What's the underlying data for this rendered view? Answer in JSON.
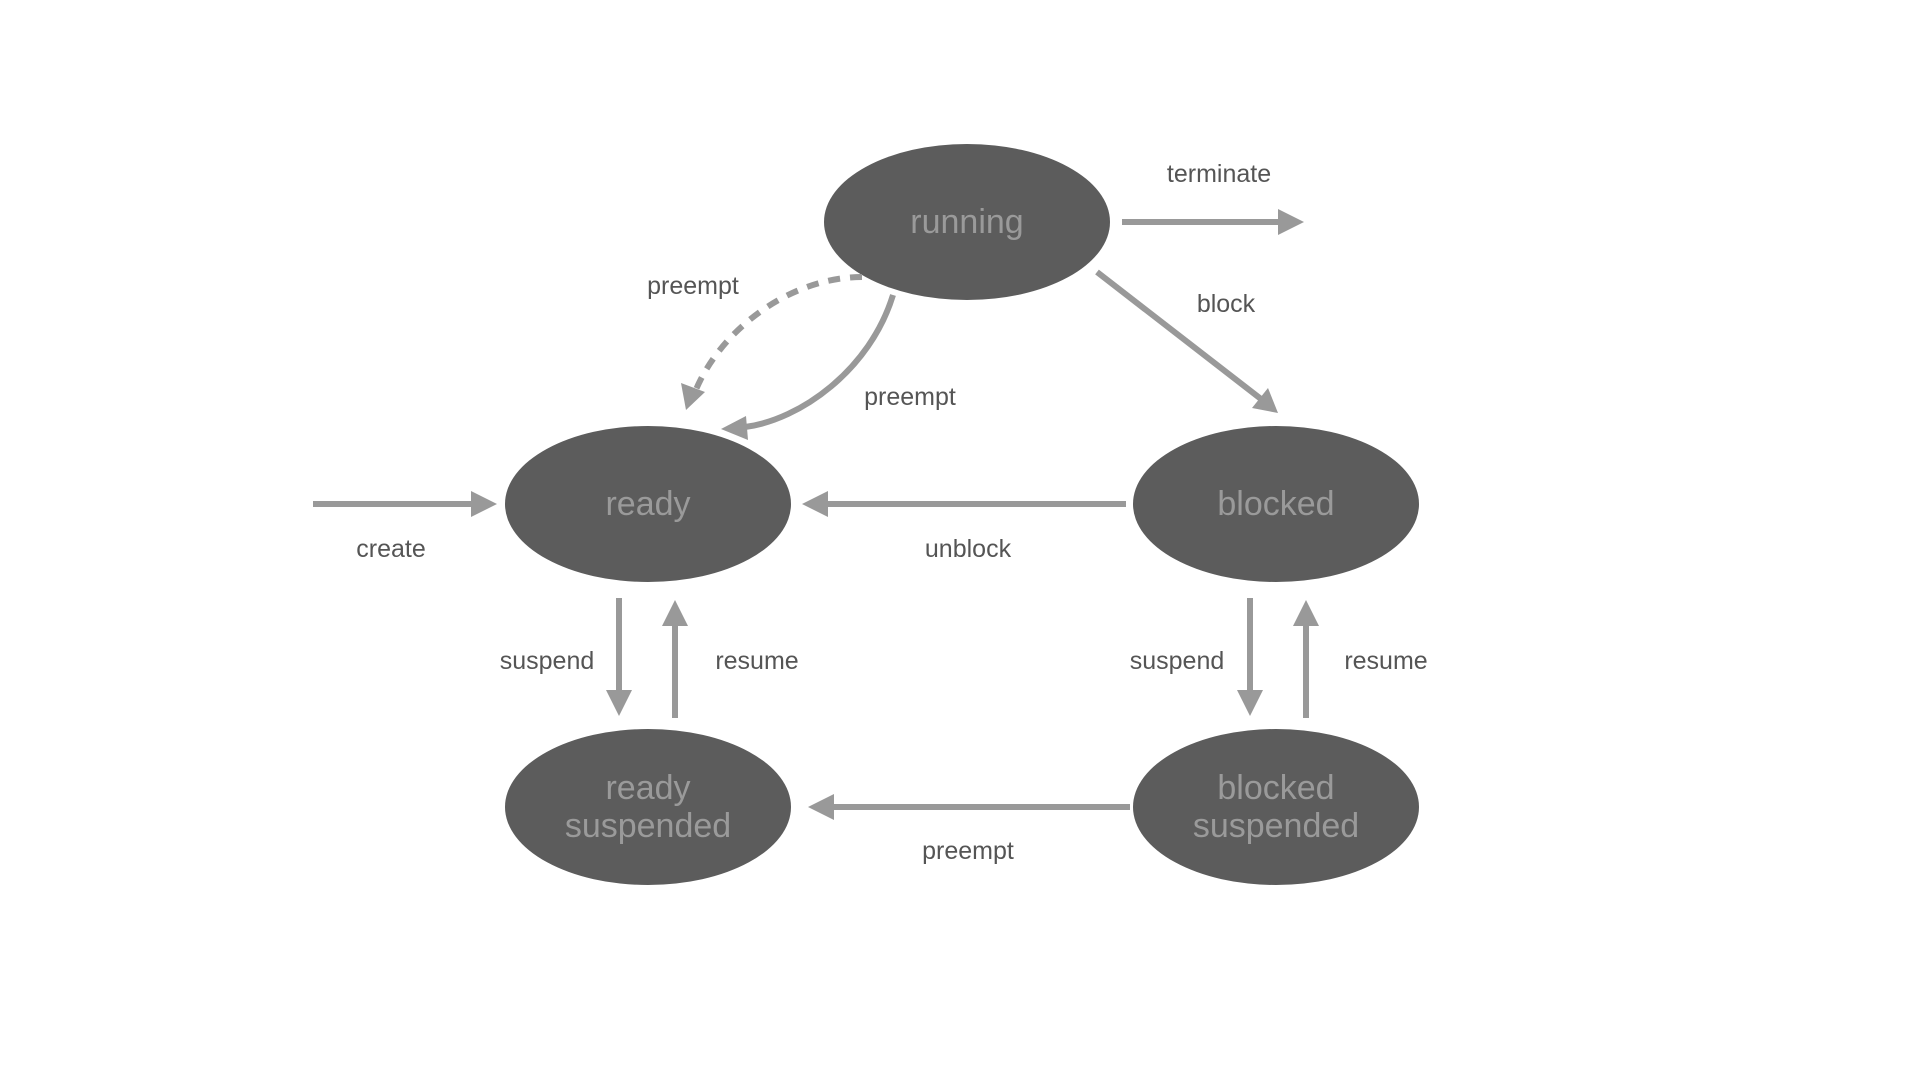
{
  "colors": {
    "node_fill": "#5c5c5c",
    "node_text": "#9a9a9a",
    "edge": "#999999",
    "label_text": "#555555",
    "background": "#ffffff"
  },
  "nodes": {
    "running": {
      "line1": "running",
      "line2": ""
    },
    "ready": {
      "line1": "ready",
      "line2": ""
    },
    "blocked": {
      "line1": "blocked",
      "line2": ""
    },
    "ready_suspended": {
      "line1": "ready",
      "line2": "suspended"
    },
    "blocked_suspended": {
      "line1": "blocked",
      "line2": "suspended"
    }
  },
  "edges": {
    "terminate": {
      "label": "terminate",
      "from": "running",
      "to": ""
    },
    "block": {
      "label": "block",
      "from": "running",
      "to": "blocked"
    },
    "preempt_dashed": {
      "label": "preempt",
      "from": "running",
      "to": "ready",
      "style": "dashed"
    },
    "preempt_solid": {
      "label": "preempt",
      "from": "running",
      "to": "ready",
      "style": "solid"
    },
    "create": {
      "label": "create",
      "from": "",
      "to": "ready"
    },
    "unblock": {
      "label": "unblock",
      "from": "blocked",
      "to": "ready"
    },
    "suspend_ready": {
      "label": "suspend",
      "from": "ready",
      "to": "ready suspended"
    },
    "resume_ready": {
      "label": "resume",
      "from": "ready suspended",
      "to": "ready"
    },
    "suspend_blocked": {
      "label": "suspend",
      "from": "blocked",
      "to": "blocked suspended"
    },
    "resume_blocked": {
      "label": "resume",
      "from": "blocked suspended",
      "to": "blocked"
    },
    "preempt_suspended": {
      "label": "preempt",
      "from": "blocked suspended",
      "to": "ready suspended"
    }
  }
}
